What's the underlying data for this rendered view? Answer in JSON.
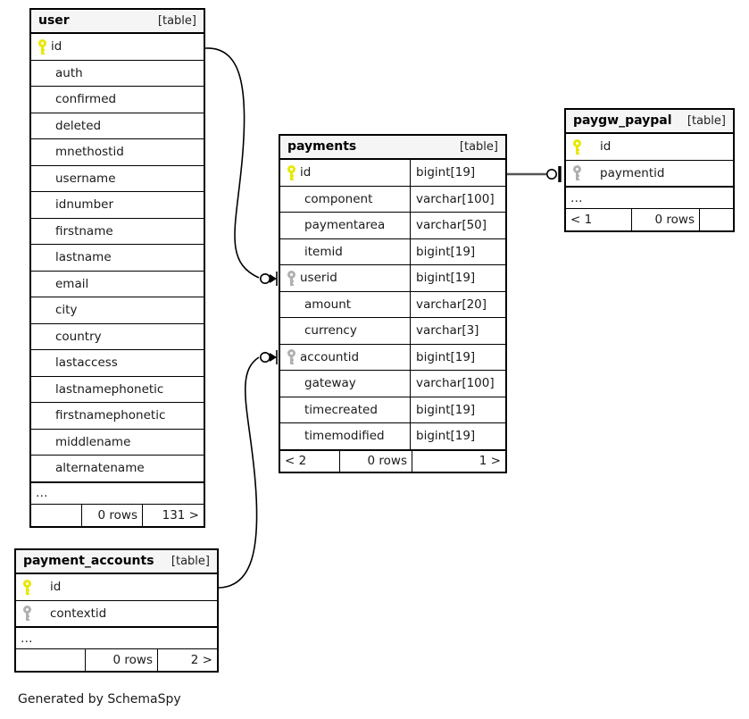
{
  "diagram": {
    "caption": "Generated by SchemaSpy",
    "table_tag": "[table]",
    "ellipsis": "…",
    "colors": {
      "primary_key": "#e8e800",
      "foreign_key": "#b0b0b0",
      "header_bg": "#f5f5f5",
      "border": "#000000",
      "background": "#ffffff"
    }
  },
  "tables": {
    "user": {
      "name": "user",
      "tag": "[table]",
      "columns": [
        {
          "name": "id",
          "key": "pk"
        },
        {
          "name": "auth",
          "key": "none"
        },
        {
          "name": "confirmed",
          "key": "none"
        },
        {
          "name": "deleted",
          "key": "none"
        },
        {
          "name": "mnethostid",
          "key": "none"
        },
        {
          "name": "username",
          "key": "none"
        },
        {
          "name": "idnumber",
          "key": "none"
        },
        {
          "name": "firstname",
          "key": "none"
        },
        {
          "name": "lastname",
          "key": "none"
        },
        {
          "name": "email",
          "key": "none"
        },
        {
          "name": "city",
          "key": "none"
        },
        {
          "name": "country",
          "key": "none"
        },
        {
          "name": "lastaccess",
          "key": "none"
        },
        {
          "name": "lastnamephonetic",
          "key": "none"
        },
        {
          "name": "firstnamephonetic",
          "key": "none"
        },
        {
          "name": "middlename",
          "key": "none"
        },
        {
          "name": "alternatename",
          "key": "none"
        }
      ],
      "has_ellipsis": true,
      "footer": {
        "left": "",
        "middle": "0 rows",
        "right": "131 >"
      }
    },
    "payments": {
      "name": "payments",
      "tag": "[table]",
      "columns": [
        {
          "name": "id",
          "type": "bigint[19]",
          "key": "pk"
        },
        {
          "name": "component",
          "type": "varchar[100]",
          "key": "none"
        },
        {
          "name": "paymentarea",
          "type": "varchar[50]",
          "key": "none"
        },
        {
          "name": "itemid",
          "type": "bigint[19]",
          "key": "none"
        },
        {
          "name": "userid",
          "type": "bigint[19]",
          "key": "fk"
        },
        {
          "name": "amount",
          "type": "varchar[20]",
          "key": "none"
        },
        {
          "name": "currency",
          "type": "varchar[3]",
          "key": "none"
        },
        {
          "name": "accountid",
          "type": "bigint[19]",
          "key": "fk"
        },
        {
          "name": "gateway",
          "type": "varchar[100]",
          "key": "none"
        },
        {
          "name": "timecreated",
          "type": "bigint[19]",
          "key": "none"
        },
        {
          "name": "timemodified",
          "type": "bigint[19]",
          "key": "none"
        }
      ],
      "has_ellipsis": false,
      "footer": {
        "left": "< 2",
        "middle": "0 rows",
        "right": "1 >"
      }
    },
    "paygw_paypal": {
      "name": "paygw_paypal",
      "tag": "[table]",
      "columns": [
        {
          "name": "id",
          "key": "pk"
        },
        {
          "name": "paymentid",
          "key": "fk"
        }
      ],
      "has_ellipsis": true,
      "footer": {
        "left": "< 1",
        "middle": "0 rows",
        "right": ""
      }
    },
    "payment_accounts": {
      "name": "payment_accounts",
      "tag": "[table]",
      "columns": [
        {
          "name": "id",
          "key": "pk"
        },
        {
          "name": "contextid",
          "key": "fk"
        }
      ],
      "has_ellipsis": true,
      "footer": {
        "left": "",
        "middle": "0 rows",
        "right": "2 >"
      }
    }
  },
  "relationships": [
    {
      "from_table": "user",
      "from_column": "id",
      "to_table": "payments",
      "to_column": "userid",
      "notation": "zero-or-many"
    },
    {
      "from_table": "payment_accounts",
      "from_column": "id",
      "to_table": "payments",
      "to_column": "accountid",
      "notation": "zero-or-many"
    },
    {
      "from_table": "payments",
      "from_column": "id",
      "to_table": "paygw_paypal",
      "to_column": "paymentid",
      "notation": "zero-or-one"
    }
  ]
}
